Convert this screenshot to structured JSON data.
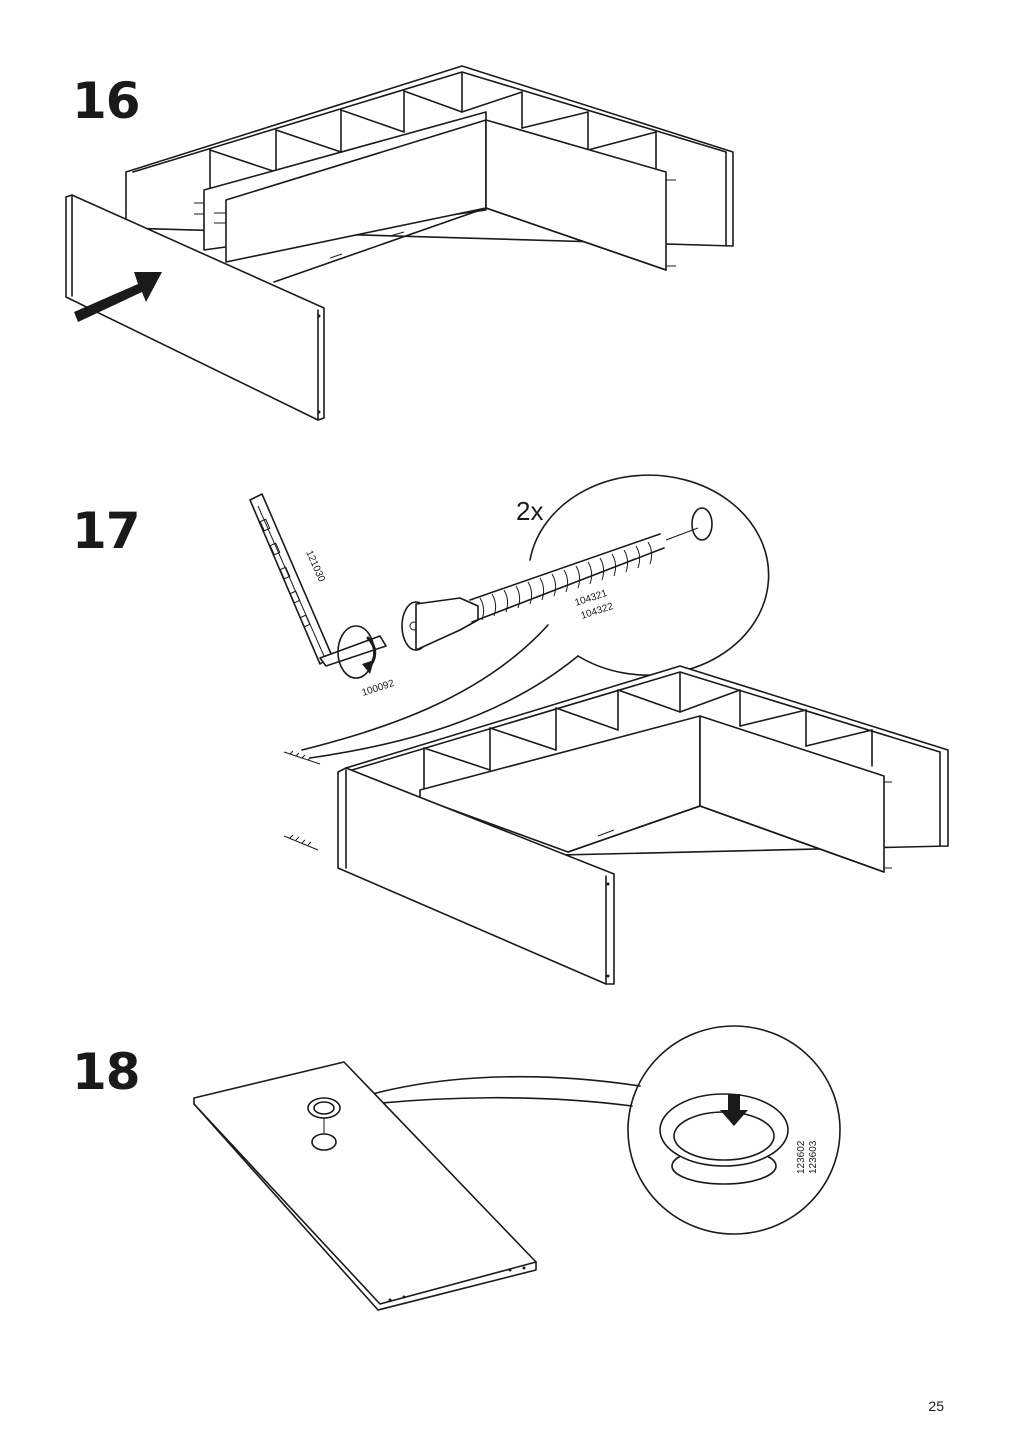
{
  "steps": [
    {
      "number": "16"
    },
    {
      "number": "17",
      "quantity": "2x",
      "parts": {
        "tool": "121030",
        "bit": "100092",
        "screw_a": "104321",
        "screw_b": "104322"
      }
    },
    {
      "number": "18",
      "parts": {
        "grommet_a": "123602",
        "grommet_b": "123603"
      }
    }
  ],
  "page_number": "25"
}
